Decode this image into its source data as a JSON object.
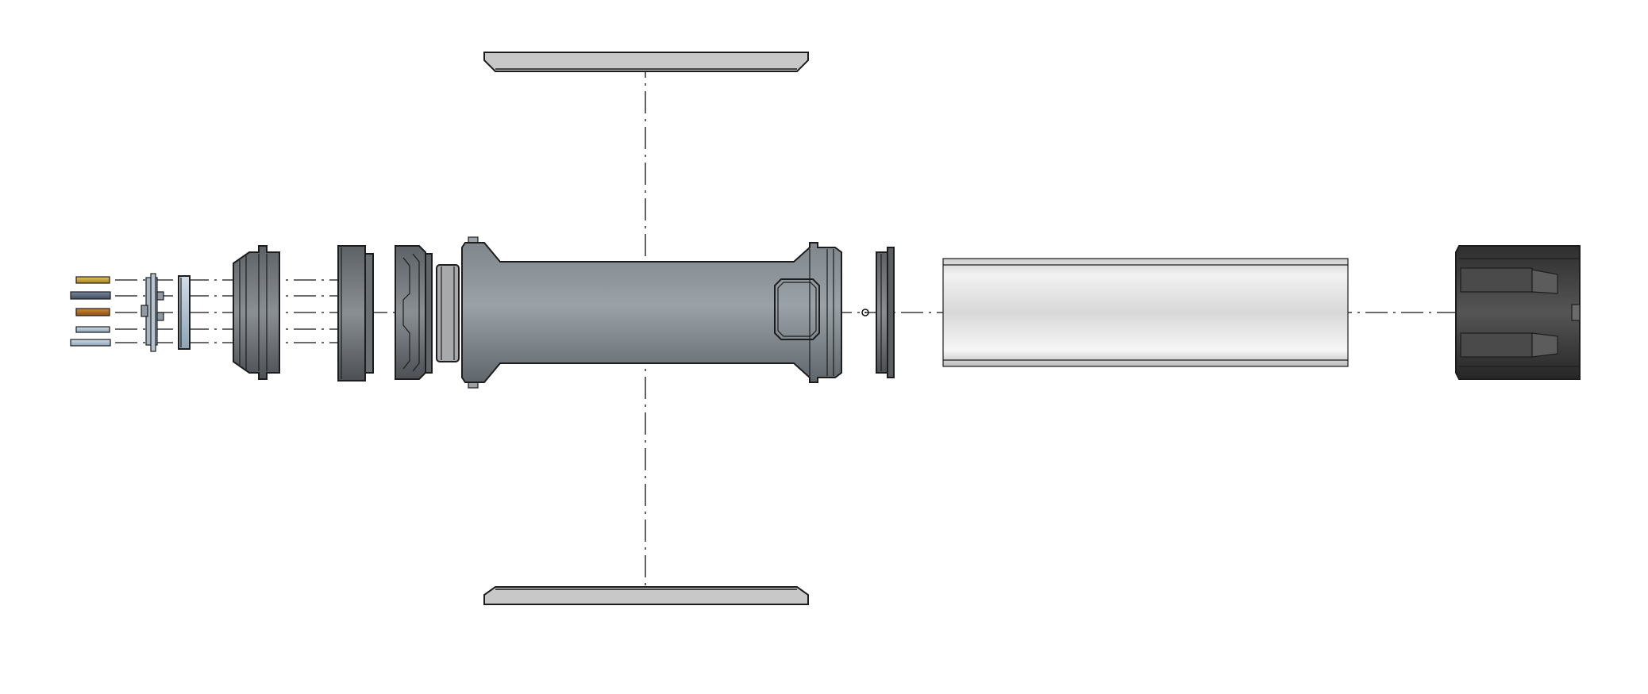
{
  "drawing": {
    "type": "exploded-assembly-view",
    "background": "#ffffff",
    "colors": {
      "outline": "#1d1d1d",
      "body_grey": "#8a9298",
      "dark_grey": "#6d7276",
      "tube_light": "#e9e9e9",
      "emitter_black": "#333333",
      "brass": "#c9a23a",
      "copper": "#b06d22",
      "slate": "#5c6a80",
      "light_blue": "#a9bccb",
      "window_grey": "#c8c8c8"
    },
    "parts": [
      {
        "name": "brass-pin"
      },
      {
        "name": "slate-pin"
      },
      {
        "name": "copper-pin"
      },
      {
        "name": "light-blue-pin"
      },
      {
        "name": "light-blue-pin-long"
      },
      {
        "name": "contact-board"
      },
      {
        "name": "insulator-ring"
      },
      {
        "name": "pommel-cap"
      },
      {
        "name": "end-ring"
      },
      {
        "name": "grip-nut"
      },
      {
        "name": "bushing"
      },
      {
        "name": "main-body"
      },
      {
        "name": "top-window-panel"
      },
      {
        "name": "bottom-window-panel"
      },
      {
        "name": "retaining-ring"
      },
      {
        "name": "blade-tube"
      },
      {
        "name": "emitter"
      }
    ]
  }
}
